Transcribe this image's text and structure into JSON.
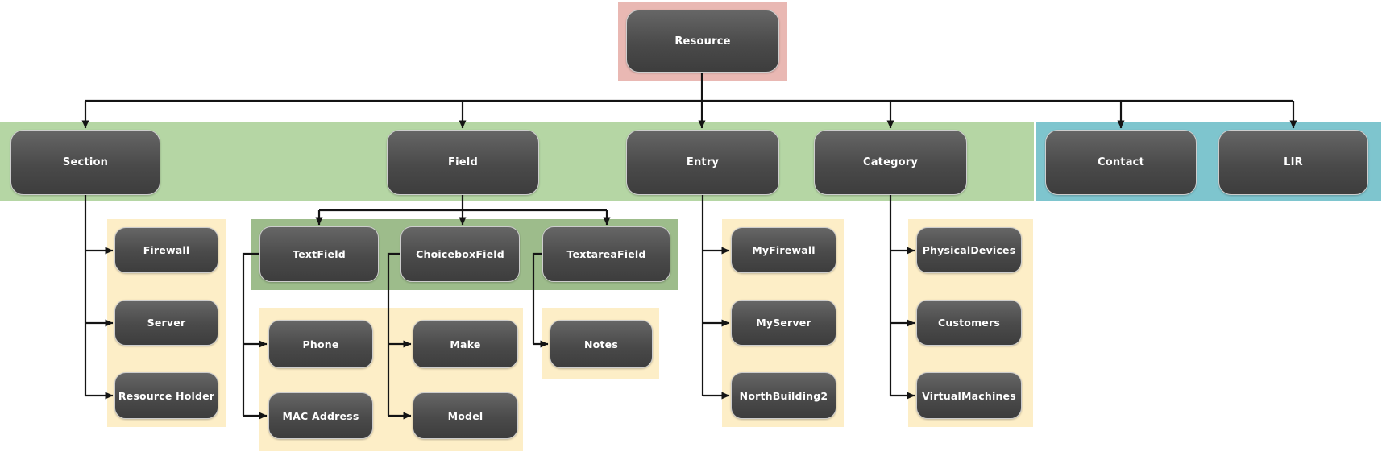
{
  "diagram": {
    "type": "hierarchy-tree",
    "colors": {
      "root_highlight": "#e9b8b3",
      "level2_band": "#b5d6a4",
      "level2_alt_band": "#7ec5ce",
      "field_children_band": "#9dbc8b",
      "children_panel": "#fdeec7",
      "node_fill_top": "#666666",
      "node_fill_bottom": "#3d3d3d",
      "node_text": "#ffffff",
      "connector": "#141414"
    },
    "nodes": {
      "resource": {
        "label": "Resource"
      },
      "section": {
        "label": "Section"
      },
      "field": {
        "label": "Field"
      },
      "entry": {
        "label": "Entry"
      },
      "category": {
        "label": "Category"
      },
      "contact": {
        "label": "Contact"
      },
      "lir": {
        "label": "LIR"
      },
      "firewall": {
        "label": "Firewall"
      },
      "server": {
        "label": "Server"
      },
      "resource_holder": {
        "label": "Resource Holder"
      },
      "textfield": {
        "label": "TextField"
      },
      "choiceboxfield": {
        "label": "ChoiceboxField"
      },
      "textareafield": {
        "label": "TextareaField"
      },
      "phone": {
        "label": "Phone"
      },
      "mac_address": {
        "label": "MAC Address"
      },
      "make": {
        "label": "Make"
      },
      "model": {
        "label": "Model"
      },
      "notes": {
        "label": "Notes"
      },
      "myfirewall": {
        "label": "MyFirewall"
      },
      "myserver": {
        "label": "MyServer"
      },
      "northbuilding2": {
        "label": "NorthBuilding2"
      },
      "physicaldevices": {
        "label": "PhysicalDevices"
      },
      "customers": {
        "label": "Customers"
      },
      "virtualmachines": {
        "label": "VirtualMachines"
      }
    },
    "groups": {
      "pink_highlight": [
        "Resource"
      ],
      "green_band": [
        "Section",
        "Field",
        "Entry",
        "Category"
      ],
      "blue_band": [
        "Contact",
        "LIR"
      ],
      "green_sub_band": [
        "TextField",
        "ChoiceboxField",
        "TextareaField"
      ],
      "yellow_panels": [
        [
          "Firewall",
          "Server",
          "Resource Holder"
        ],
        [
          "Phone",
          "MAC Address",
          "Make",
          "Model"
        ],
        [
          "Notes"
        ],
        [
          "MyFirewall",
          "MyServer",
          "NorthBuilding2"
        ],
        [
          "PhysicalDevices",
          "Customers",
          "VirtualMachines"
        ]
      ]
    },
    "edges": [
      [
        "Resource",
        "Section"
      ],
      [
        "Resource",
        "Field"
      ],
      [
        "Resource",
        "Entry"
      ],
      [
        "Resource",
        "Category"
      ],
      [
        "Resource",
        "Contact"
      ],
      [
        "Resource",
        "LIR"
      ],
      [
        "Section",
        "Firewall"
      ],
      [
        "Section",
        "Server"
      ],
      [
        "Section",
        "Resource Holder"
      ],
      [
        "Field",
        "TextField"
      ],
      [
        "Field",
        "ChoiceboxField"
      ],
      [
        "Field",
        "TextareaField"
      ],
      [
        "TextField",
        "Phone"
      ],
      [
        "TextField",
        "MAC Address"
      ],
      [
        "ChoiceboxField",
        "Make"
      ],
      [
        "ChoiceboxField",
        "Model"
      ],
      [
        "TextareaField",
        "Notes"
      ],
      [
        "Entry",
        "MyFirewall"
      ],
      [
        "Entry",
        "MyServer"
      ],
      [
        "Entry",
        "NorthBuilding2"
      ],
      [
        "Category",
        "PhysicalDevices"
      ],
      [
        "Category",
        "Customers"
      ],
      [
        "Category",
        "VirtualMachines"
      ]
    ]
  }
}
